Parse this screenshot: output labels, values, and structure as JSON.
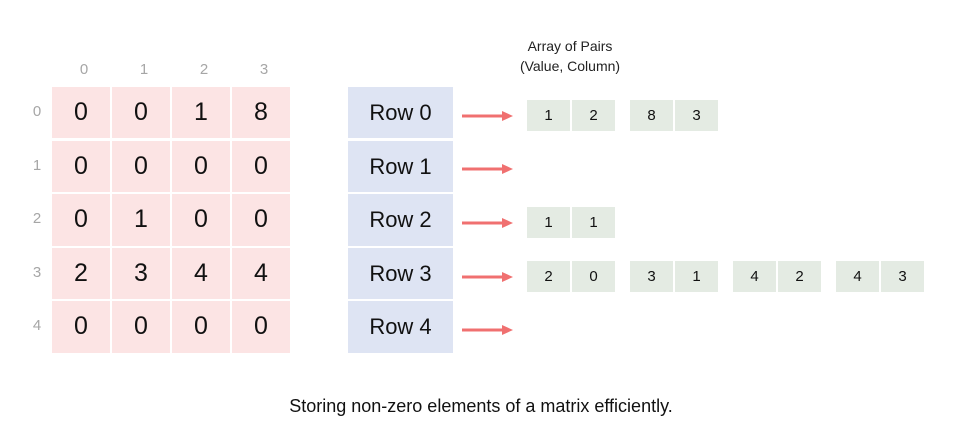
{
  "title": {
    "line1": "Array of Pairs",
    "line2": "(Value, Column)"
  },
  "caption": "Storing non-zero elements of a matrix efficiently.",
  "column_indices": [
    "0",
    "1",
    "2",
    "3"
  ],
  "row_indices": [
    "0",
    "1",
    "2",
    "3",
    "4"
  ],
  "matrix": [
    [
      "0",
      "0",
      "1",
      "8"
    ],
    [
      "0",
      "0",
      "0",
      "0"
    ],
    [
      "0",
      "1",
      "0",
      "0"
    ],
    [
      "2",
      "3",
      "4",
      "4"
    ],
    [
      "0",
      "0",
      "0",
      "0"
    ]
  ],
  "row_labels": [
    "Row 0",
    "Row 1",
    "Row 2",
    "Row 3",
    "Row 4"
  ],
  "pairs": [
    [
      [
        "1",
        "2"
      ],
      [
        "8",
        "3"
      ]
    ],
    [],
    [
      [
        "1",
        "1"
      ]
    ],
    [
      [
        "2",
        "0"
      ],
      [
        "3",
        "1"
      ],
      [
        "4",
        "2"
      ],
      [
        "4",
        "3"
      ]
    ],
    []
  ],
  "colors": {
    "matrix_cell": "#fce4e4",
    "row_label": "#dee4f3",
    "pair_cell": "#e4ebe3",
    "arrow": "#f07070",
    "index_text": "#a6a6a6"
  }
}
